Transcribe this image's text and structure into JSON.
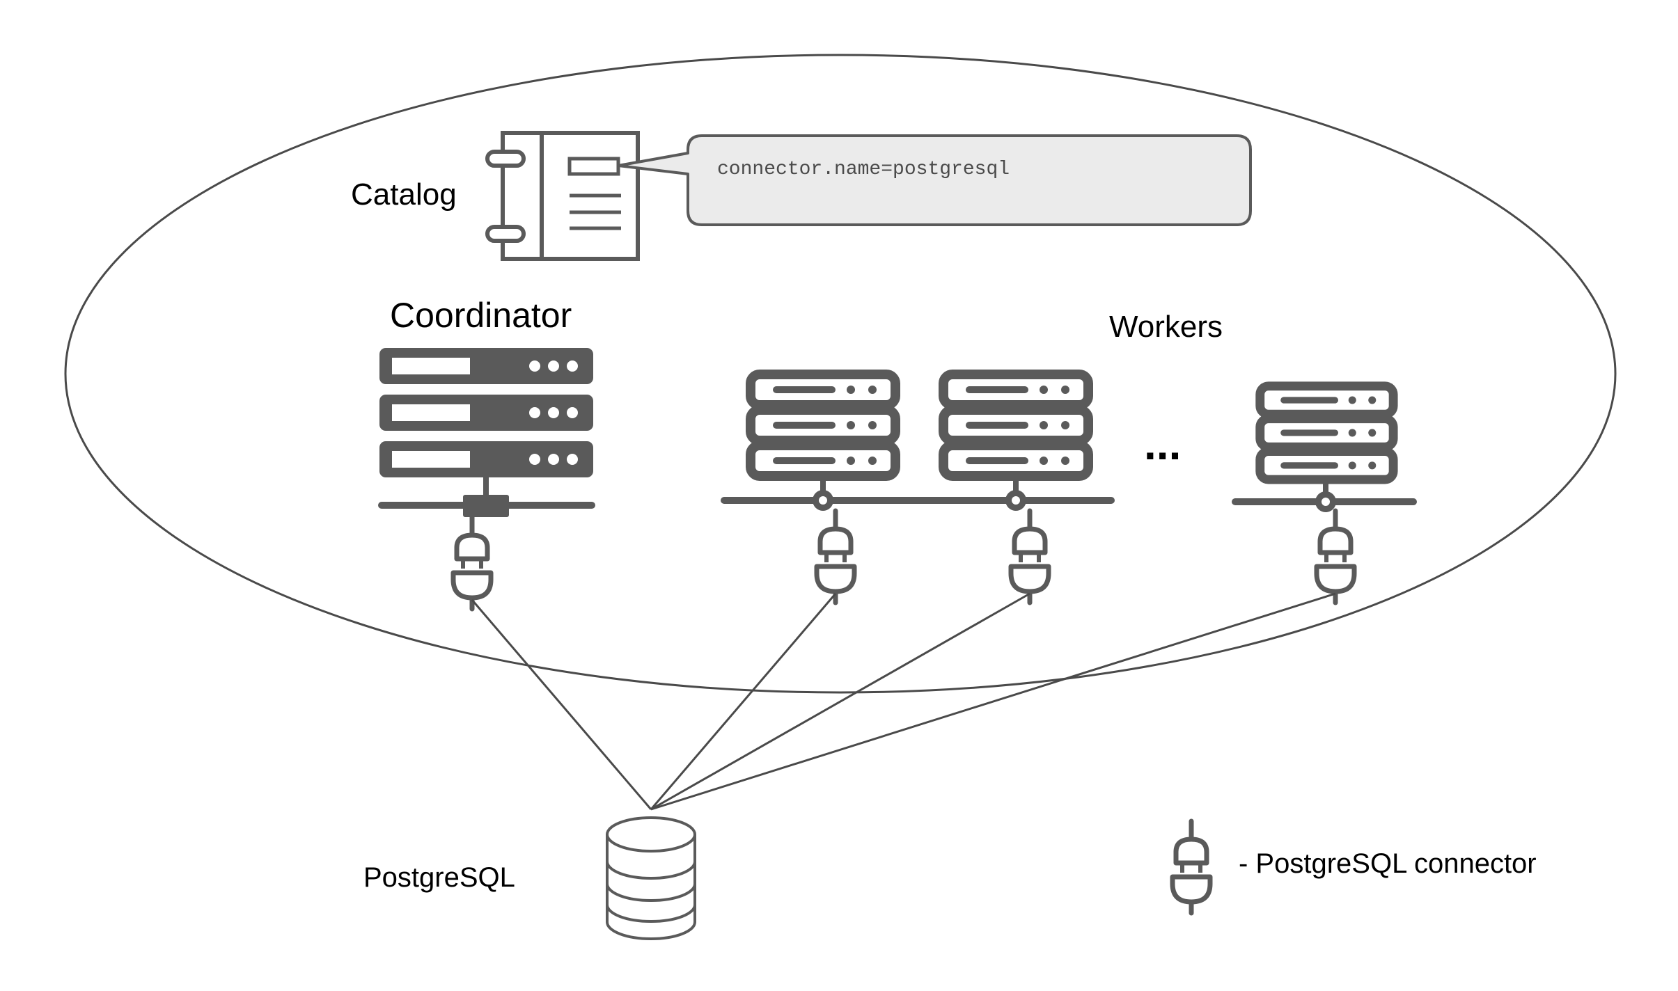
{
  "labels": {
    "catalog": "Catalog",
    "coordinator": "Coordinator",
    "workers": "Workers",
    "ellipsis": "...",
    "database": "PostgreSQL",
    "legend": "- PostgreSQL connector"
  },
  "callout": {
    "text": "connector.name=postgresql"
  },
  "icons": {
    "catalog": "binder-document-icon",
    "coordinator": "server-rack-icon",
    "worker": "server-rack-icon",
    "connector": "plug-connector-icon",
    "database": "database-cylinder-icon"
  },
  "colors": {
    "icon": "#5a5a5a",
    "line": "#4a4a4a",
    "callout_fill": "#ebebeb"
  }
}
